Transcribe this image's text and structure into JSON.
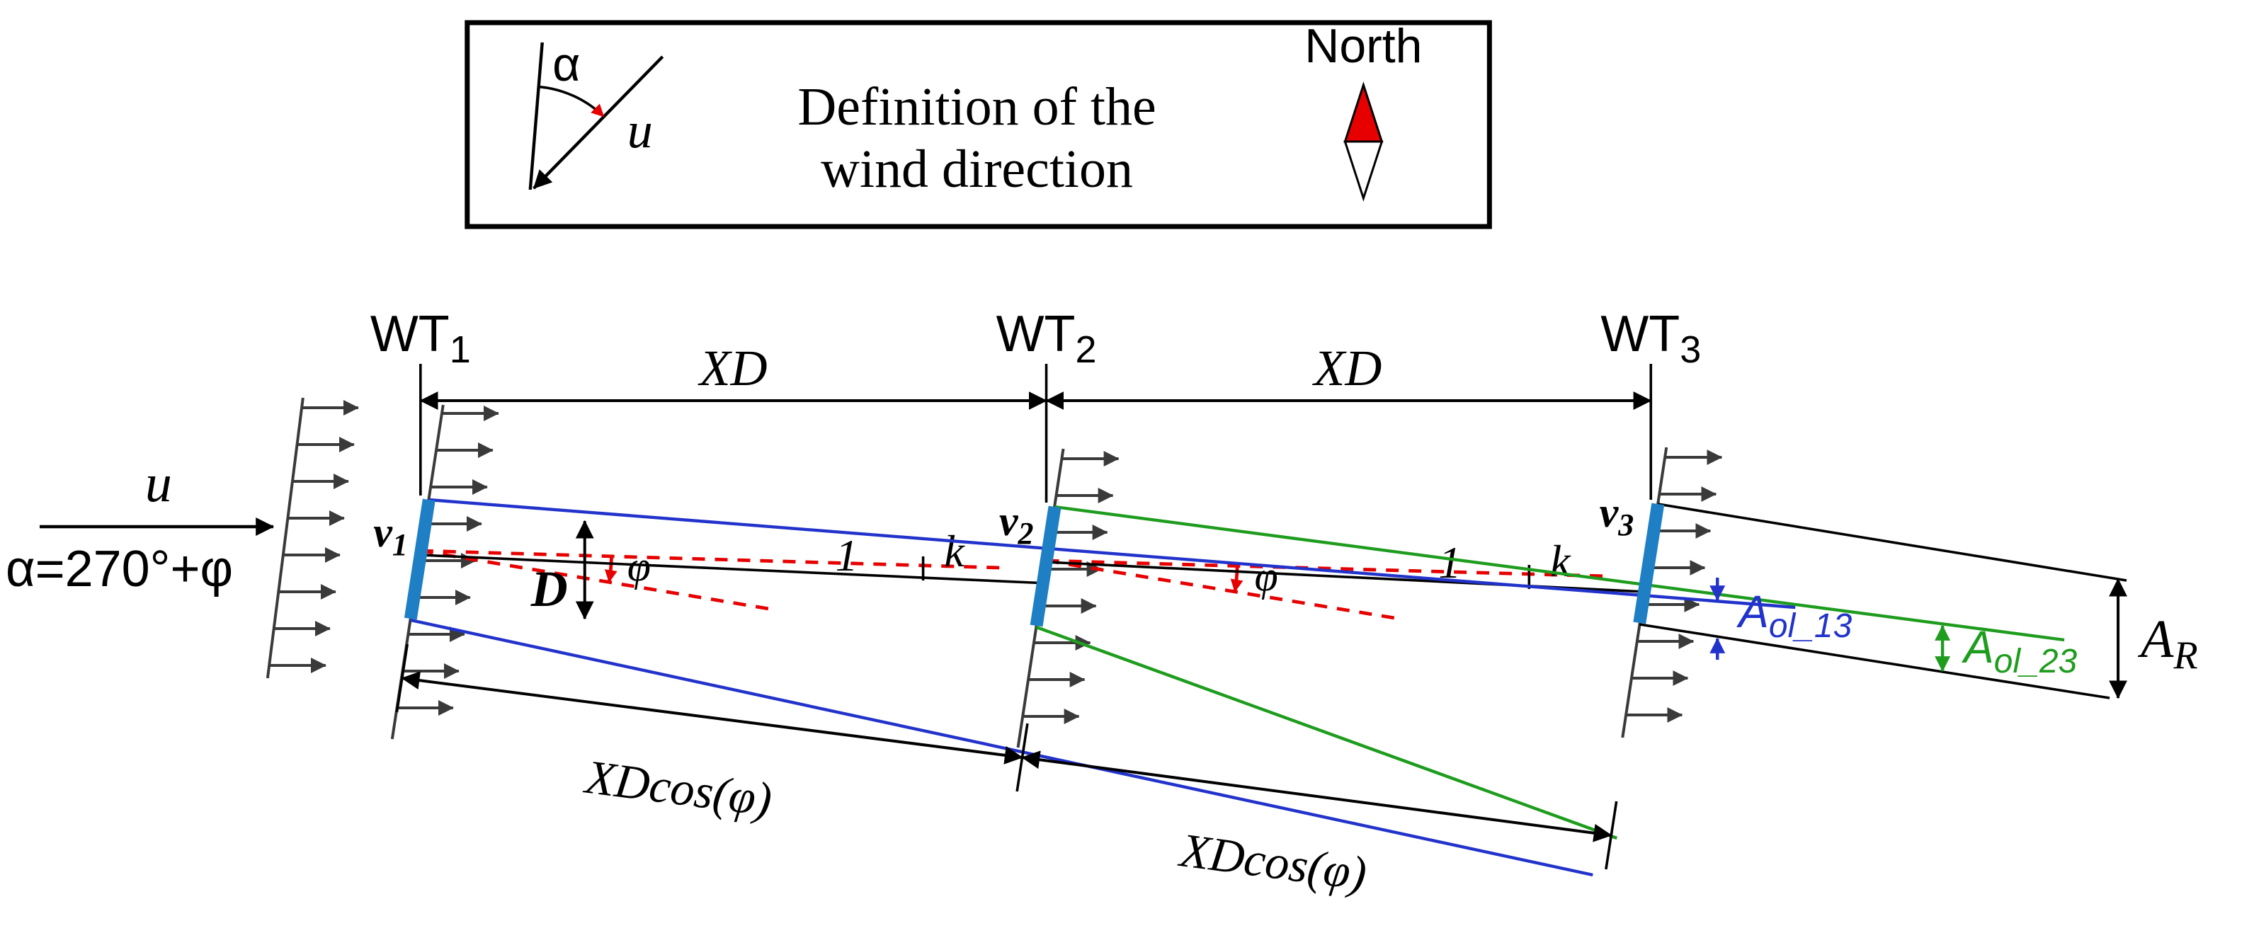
{
  "legend": {
    "alpha": "α",
    "u": "u",
    "title_line1": "Definition of the",
    "title_line2": "wind direction",
    "north": "North"
  },
  "inflow": {
    "u": "u",
    "alpha_equation": "α=270°+φ"
  },
  "turbines": {
    "wt1": {
      "main": "WT",
      "sub": "1"
    },
    "wt2": {
      "main": "WT",
      "sub": "2"
    },
    "wt3": {
      "main": "WT",
      "sub": "3"
    },
    "v1": {
      "main": "v",
      "sub": "1"
    },
    "v2": {
      "main": "v",
      "sub": "2"
    },
    "v3": {
      "main": "v",
      "sub": "3"
    }
  },
  "dimensions": {
    "xd_12": "XD",
    "xd_23": "XD",
    "xdcos_12": "XDcos(φ)",
    "xdcos_23": "XDcos(φ)",
    "diameter": "D"
  },
  "wake": {
    "one_12": "1",
    "k_12": "k",
    "one_23": "1",
    "k_23": "k",
    "phi_12": "φ",
    "phi_23": "φ"
  },
  "overlap": {
    "aol_13": {
      "main": "A",
      "sub": "ol_13"
    },
    "aol_23": {
      "main": "A",
      "sub": "ol_23"
    },
    "a_r": {
      "main": "A",
      "sub": "R"
    }
  },
  "colors": {
    "wake_wt1_blue": "#2233cc",
    "wake_wt2_green": "#1e9c1e",
    "rotor_blue": "#1f7fc4",
    "wind_axis_red": "#e60000",
    "north_red": "#e60000"
  }
}
